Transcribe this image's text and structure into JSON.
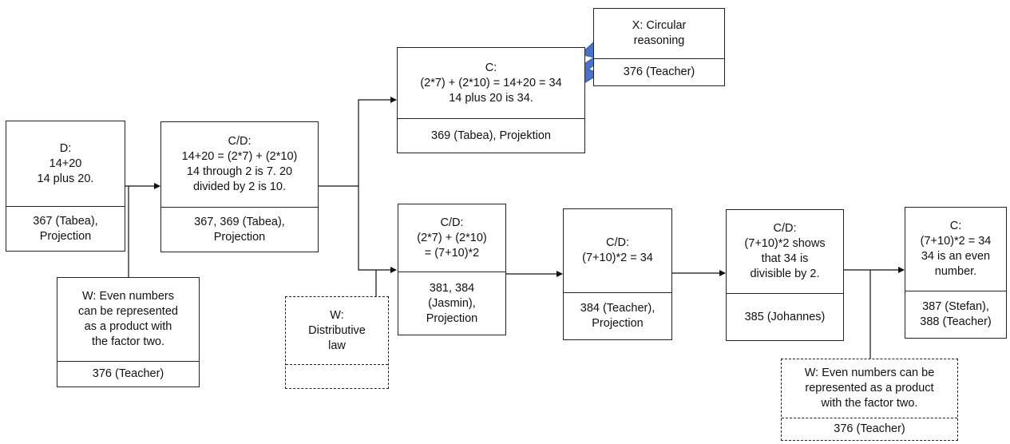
{
  "nodes": {
    "d1": {
      "claim": "D:\n14+20\n14 plus 20.",
      "source": "367 (Tabea),\nProjection"
    },
    "cd1": {
      "claim": "C/D:\n14+20 = (2*7) + (2*10)\n14 through 2 is 7. 20\ndivided by 2 is 10.",
      "source": "367, 369 (Tabea),\nProjection"
    },
    "c1": {
      "claim": "C:\n(2*7) + (2*10) = 14+20 = 34\n14 plus 20 is 34.",
      "source": "369 (Tabea), Projektion"
    },
    "x1": {
      "claim": "X: Circular\nreasoning",
      "source": "376 (Teacher)"
    },
    "w1": {
      "claim": "W: Even numbers\ncan be represented\nas a product with\nthe factor two.",
      "source": "376 (Teacher)"
    },
    "w2": {
      "claim": "W:\nDistributive\nlaw",
      "source": ""
    },
    "cd2": {
      "claim": "C/D:\n(2*7) + (2*10)\n= (7+10)*2",
      "source": "381, 384\n(Jasmin),\nProjection"
    },
    "cd3": {
      "claim": "C/D:\n(7+10)*2 = 34",
      "source": "384 (Teacher),\nProjection"
    },
    "cd4": {
      "claim": "C/D:\n(7+10)*2 shows\nthat 34 is\ndivisible by 2.",
      "source": "385 (Johannes)"
    },
    "c2": {
      "claim": "C:\n(7+10)*2 = 34\n34 is an even\nnumber.",
      "source": "387 (Stefan),\n388 (Teacher)"
    },
    "w3": {
      "claim": "W: Even numbers can be\nrepresented as a product\nwith the factor two.",
      "source": "376 (Teacher)"
    }
  },
  "colors": {
    "line": "#111111",
    "bolt": "#4a72c9",
    "bolt_edge": "#2f55a8"
  }
}
